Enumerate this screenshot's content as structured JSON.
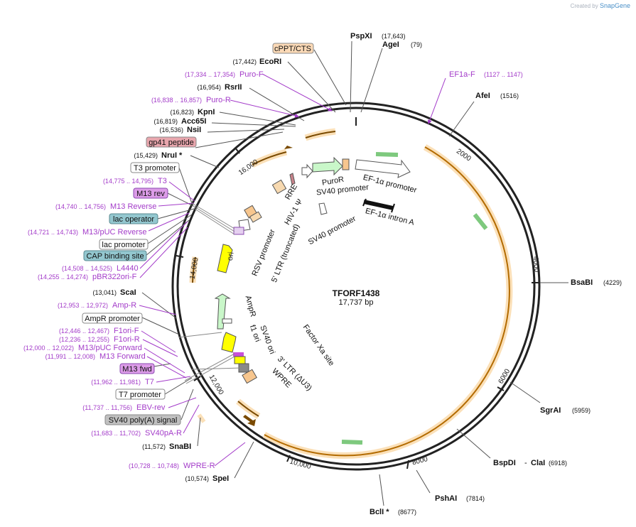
{
  "watermark": {
    "prefix": "Created by",
    "brand": "SnapGene"
  },
  "plasmid": {
    "name": "TFORF1438",
    "size": "17,737 bp",
    "length": 17737
  },
  "colors": {
    "feature_orange": "#f7c68e",
    "primer_purple": "#a33bc9",
    "ring": "#222222",
    "green_feature": "#b7f0b7",
    "yellow_feature": "#ffff00"
  },
  "ticks": [
    "2000",
    "4000",
    "6000",
    "8000",
    "10,000",
    "12,000",
    "14,000",
    "16,000"
  ],
  "sites": {
    "pspxi": {
      "name": "PspXI",
      "pos": "(17,643)"
    },
    "agei": {
      "name": "AgeI",
      "pos": "(79)"
    },
    "afei": {
      "name": "AfeI",
      "pos": "(1516)"
    },
    "bsabi": {
      "name": "BsaBI",
      "pos": "(4229)"
    },
    "sgrai": {
      "name": "SgrAI",
      "pos": "(5959)"
    },
    "bspdi": {
      "name": "BspDI",
      "sep": "-",
      "cla": "ClaI",
      "pos": "(6918)"
    },
    "pshai": {
      "name": "PshAI",
      "pos": "(7814)"
    },
    "bcli": {
      "name": "BclI *",
      "pos": "(8677)"
    },
    "ecori": {
      "name": "EcoRI",
      "pos": "(17,442)"
    },
    "rsrii": {
      "name": "RsrII",
      "pos": "(16,954)"
    },
    "kpni": {
      "name": "KpnI",
      "pos": "(16,823)"
    },
    "acc65i": {
      "name": "Acc65I",
      "pos": "(16,819)"
    },
    "nsii": {
      "name": "NsiI",
      "pos": "(16,536)"
    },
    "nrui": {
      "name": "NruI *",
      "pos": "(15,429)"
    },
    "scai": {
      "name": "ScaI",
      "pos": "(13,041)"
    },
    "snabi": {
      "name": "SnaBI",
      "pos": "(11,572)"
    },
    "spei": {
      "name": "SpeI",
      "pos": "(10,574)"
    }
  },
  "primers": {
    "ef1af": {
      "name": "EF1a-F",
      "pos": "(1127 .. 1147)"
    },
    "purof": {
      "name": "Puro-F",
      "pos": "(17,334 .. 17,354)"
    },
    "puror": {
      "name": "Puro-R",
      "pos": "(16,838 .. 16,857)"
    },
    "t3": {
      "name": "T3",
      "pos": "(14,775 .. 14,795)"
    },
    "m13rev": {
      "name": "M13 Reverse",
      "pos": "(14,740 .. 14,756)"
    },
    "m13pucrev": {
      "name": "M13/pUC Reverse",
      "pos": "(14,721 .. 14,743)"
    },
    "l4440": {
      "name": "L4440",
      "pos": "(14,508 .. 14,525)"
    },
    "pbr322": {
      "name": "pBR322ori-F",
      "pos": "(14,255 .. 14,274)"
    },
    "ampr": {
      "name": "Amp-R",
      "pos": "(12,953 .. 12,972)"
    },
    "f1orif": {
      "name": "F1ori-F",
      "pos": "(12,446 .. 12,467)"
    },
    "f1orir": {
      "name": "F1ori-R",
      "pos": "(12,236 .. 12,255)"
    },
    "m13pucfwd": {
      "name": "M13/pUC Forward",
      "pos": "(12,000 .. 12,022)"
    },
    "m13fwd": {
      "name": "M13 Forward",
      "pos": "(11,991 .. 12,008)"
    },
    "t7": {
      "name": "T7",
      "pos": "(11,962 .. 11,981)"
    },
    "ebvrev": {
      "name": "EBV-rev",
      "pos": "(11,737 .. 11,756)"
    },
    "sv40pa": {
      "name": "SV40pA-R",
      "pos": "(11,683 .. 11,702)"
    },
    "wpre": {
      "name": "WPRE-R",
      "pos": "(10,728 .. 10,748)"
    }
  },
  "boxes": {
    "cppt": "cPPT/CTS",
    "gp41": "gp41 peptide",
    "t3promoter": "T3 promoter",
    "m13revbox": "M13 rev",
    "lacop": "lac operator",
    "lacprom": "lac promoter",
    "cap": "CAP binding site",
    "amprprom": "AmpR promoter",
    "m13fwdbox": "M13 fwd",
    "t7prom": "T7 promoter",
    "sv40polya": "SV40 poly(A) signal"
  },
  "features": {
    "puror": "PuroR",
    "ef1a": "EF-1α promoter",
    "sv40prom1": "SV40 promoter",
    "rre": "RRE",
    "hiv": "HIV-1 Ψ",
    "sv40prom2": "SV40 promoter",
    "ef1intron": "EF-1α intron A",
    "rsv": "RSV promoter",
    "ltr5": "5' LTR (truncated)",
    "ori": "ori",
    "amprf": "AmpR",
    "sv40ori": "SV40 ori",
    "f1ori": "f1 ori",
    "factorxa": "Factor Xa site",
    "ltr3": "3' LTR (ΔU3)",
    "wpre": "WPRE"
  }
}
